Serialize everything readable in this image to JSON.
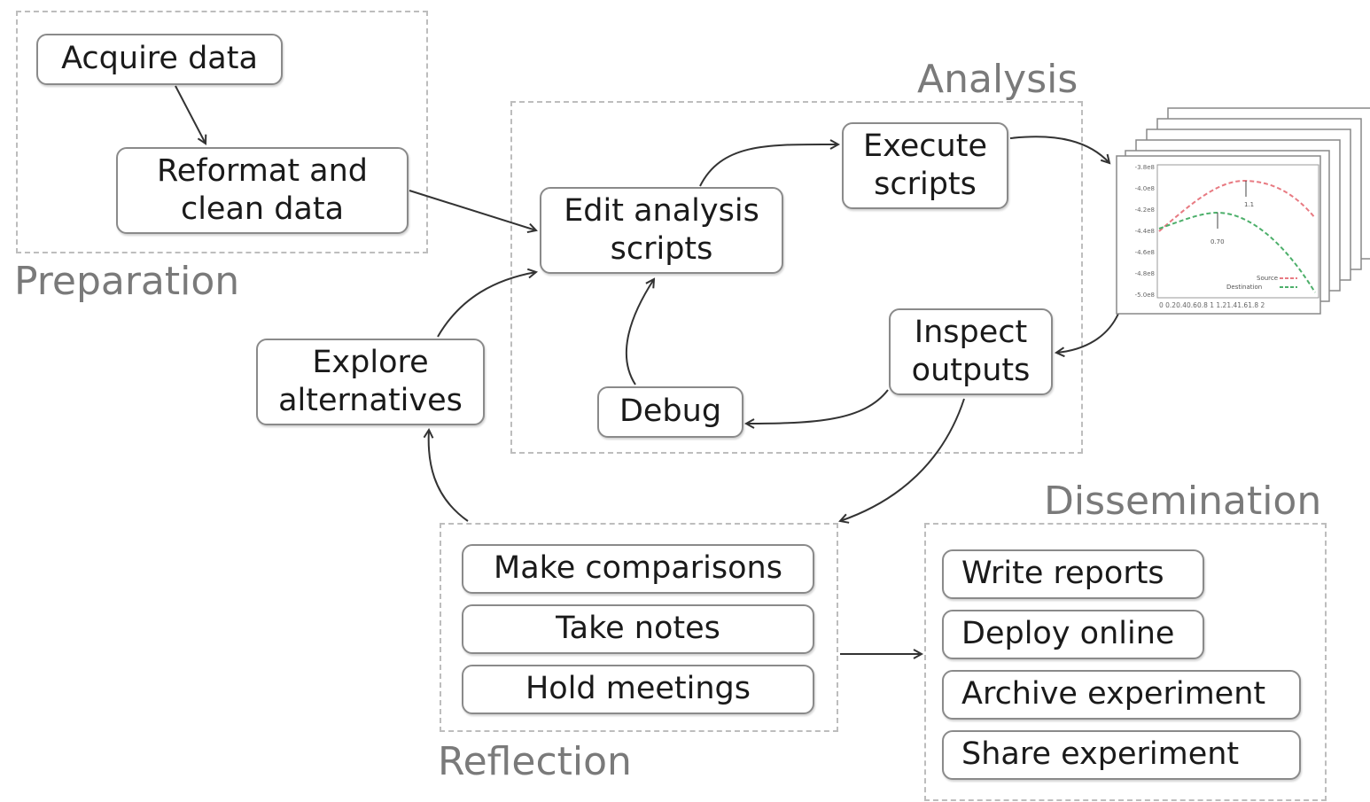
{
  "regions": {
    "preparation": "Preparation",
    "analysis": "Analysis",
    "reflection": "Reflection",
    "dissemination": "Dissemination"
  },
  "nodes": {
    "acquire_data": "Acquire data",
    "reformat_clean": "Reformat and\nclean data",
    "edit_scripts": "Edit analysis\nscripts",
    "execute_scripts": "Execute\nscripts",
    "inspect_outputs": "Inspect\noutputs",
    "debug": "Debug",
    "explore_alternatives": "Explore\nalternatives"
  },
  "reflection_items": [
    "Make comparisons",
    "Take notes",
    "Hold meetings"
  ],
  "dissemination_items": [
    "Write reports",
    "Deploy online",
    "Archive experiment",
    "Share experiment"
  ],
  "output_plot": {
    "y_ticks": [
      "-3.8e8",
      "-4.0e8",
      "-4.2e8",
      "-4.4e8",
      "-4.6e8",
      "-4.8e8",
      "-5.0e8"
    ],
    "x_ticks": "0 0.20.40.60.8 1 1.21.41.61.8 2",
    "annotations": [
      "1.1",
      "0.70"
    ],
    "legend": [
      "Source",
      "Destination"
    ],
    "colors": {
      "source": "#e87a82",
      "destination": "#4caf6a"
    }
  }
}
